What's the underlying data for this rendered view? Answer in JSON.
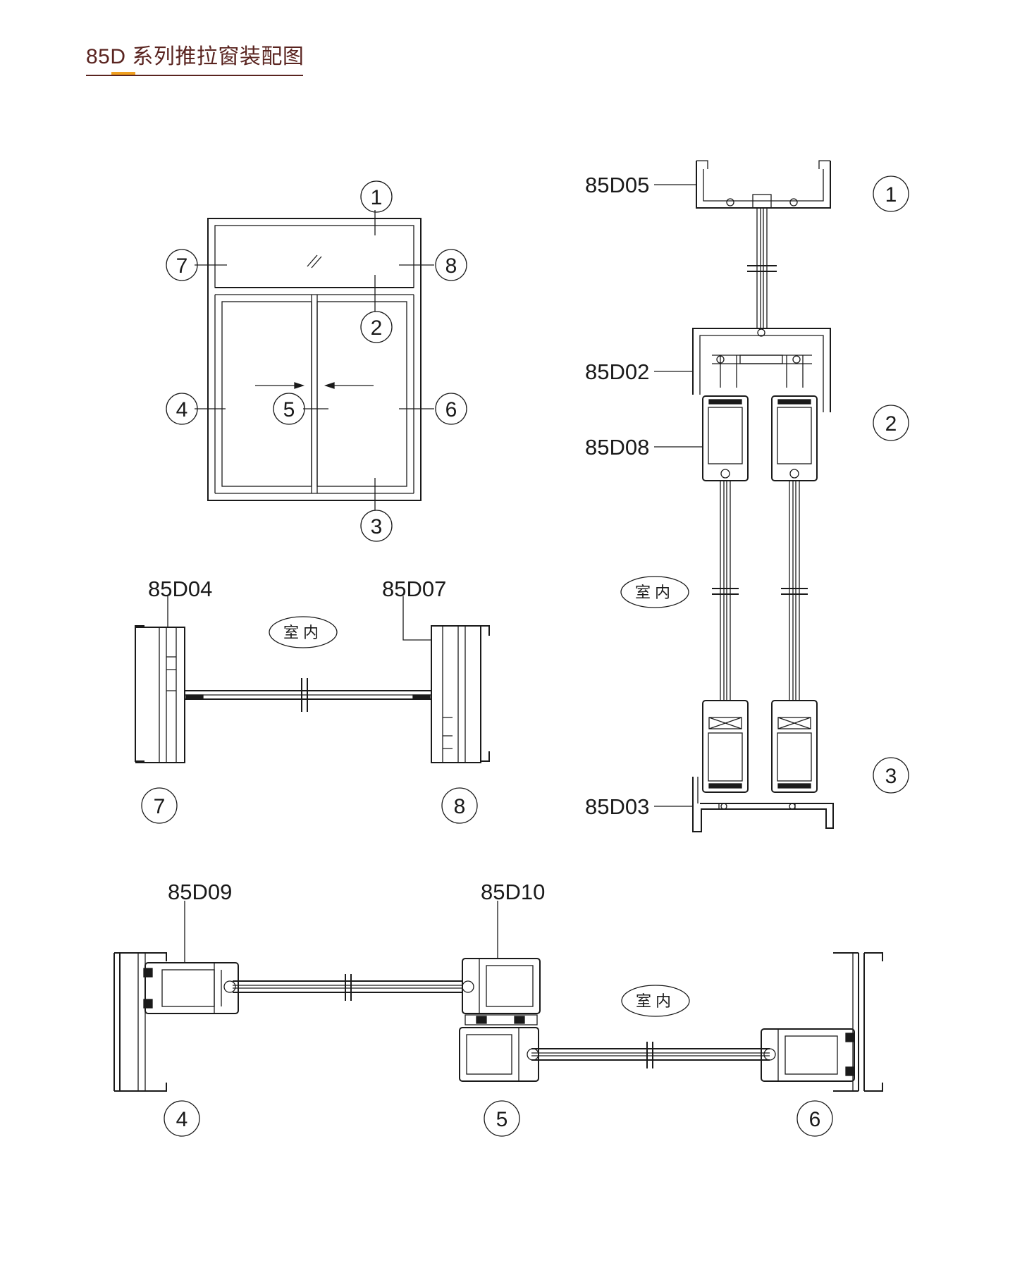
{
  "title": "85D 系列推拉窗装配图",
  "elevation": {
    "callouts": [
      "1",
      "2",
      "3",
      "4",
      "5",
      "6",
      "7",
      "8"
    ]
  },
  "profiles": {
    "top_frame": "85D05",
    "mullion_frame": "85D02",
    "sash": "85D08",
    "bottom_frame": "85D03",
    "fixed_left": "85D04",
    "fixed_right": "85D07",
    "side_sash": "85D09",
    "interlock_sash": "85D10"
  },
  "indoor_label": "室内",
  "section_numbers": {
    "vertical_top": "1",
    "vertical_middle": "2",
    "vertical_bottom": "3",
    "fixed_left": "7",
    "fixed_right": "8",
    "horizontal_left": "4",
    "horizontal_middle": "5",
    "horizontal_right": "6"
  },
  "colors": {
    "title": "#5a2420",
    "title_accent": "#f0a020",
    "line": "#1a1a1a"
  }
}
